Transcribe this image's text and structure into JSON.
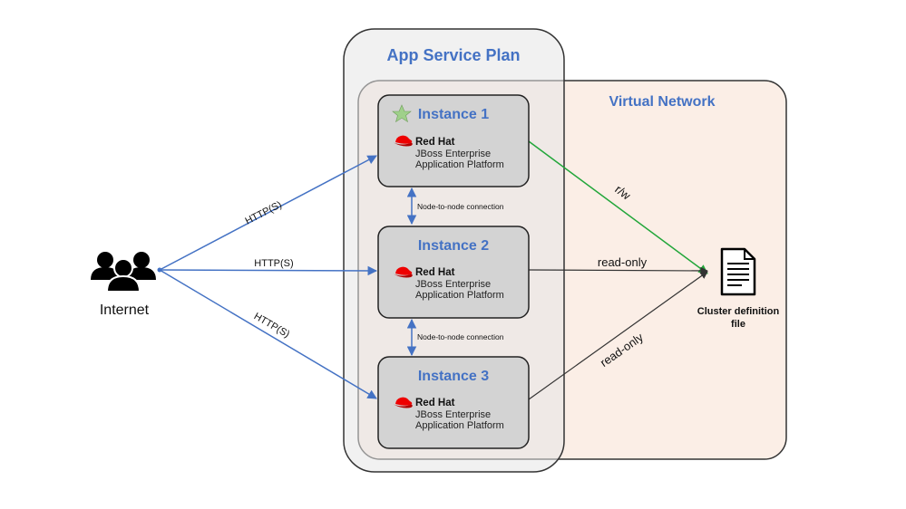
{
  "app_service_plan": {
    "title": "App Service Plan"
  },
  "virtual_network": {
    "title": "Virtual Network"
  },
  "internet": {
    "label": "Internet"
  },
  "instances": [
    {
      "title": "Instance 1",
      "brand": "Red Hat",
      "product_line1": "JBoss Enterprise",
      "product_line2": "Application Platform",
      "primary": true
    },
    {
      "title": "Instance 2",
      "brand": "Red Hat",
      "product_line1": "JBoss Enterprise",
      "product_line2": "Application Platform",
      "primary": false
    },
    {
      "title": "Instance 3",
      "brand": "Red Hat",
      "product_line1": "JBoss Enterprise",
      "product_line2": "Application Platform",
      "primary": false
    }
  ],
  "edges": {
    "http_1": "HTTP(S)",
    "http_2": "HTTP(S)",
    "http_3": "HTTP(S)",
    "node_conn_1": "Node-to-node connection",
    "node_conn_2": "Node-to-node connection",
    "rw": "r/w",
    "read_only_2": "read-only",
    "read_only_3": "read-only"
  },
  "cluster_file": {
    "line1": "Cluster definition",
    "line2": "file"
  },
  "colors": {
    "title_blue": "#4472c4",
    "http_arrow": "#4472c4",
    "rw_arrow": "#22a63a",
    "read_arrow": "#333333",
    "plan_fill": "#eeeeee",
    "vnet_fill": "#fbeee6",
    "instance_fill": "#d3d3d3",
    "redhat_red": "#ee0000",
    "star_green": "#9fd08a"
  },
  "icons": [
    "users-icon",
    "star-icon",
    "redhat-hat-icon",
    "document-icon"
  ]
}
